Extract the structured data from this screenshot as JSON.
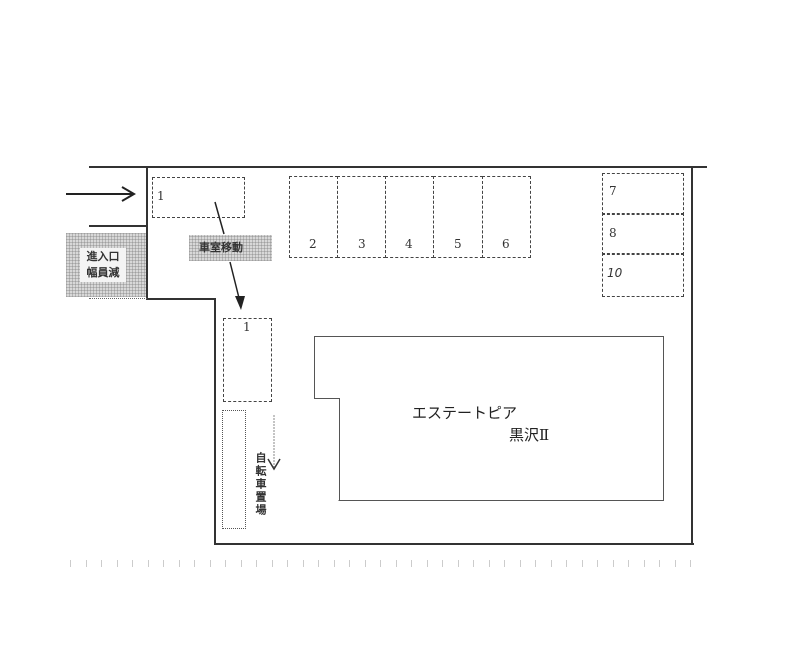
{
  "diagram": {
    "type": "parking-lot-site-plan",
    "entrance_label": [
      "進入口",
      "幅員減"
    ],
    "relocation_label": "車室移動",
    "bicycle_parking_label": "自転車置場",
    "building": {
      "name_line1": "エステートピア",
      "name_line2": "黒沢Ⅱ"
    },
    "spaces": {
      "old_1": "1",
      "new_1": "1",
      "row": [
        "2",
        "3",
        "4",
        "5",
        "6"
      ],
      "right_col": [
        "7",
        "8",
        "10"
      ]
    }
  }
}
